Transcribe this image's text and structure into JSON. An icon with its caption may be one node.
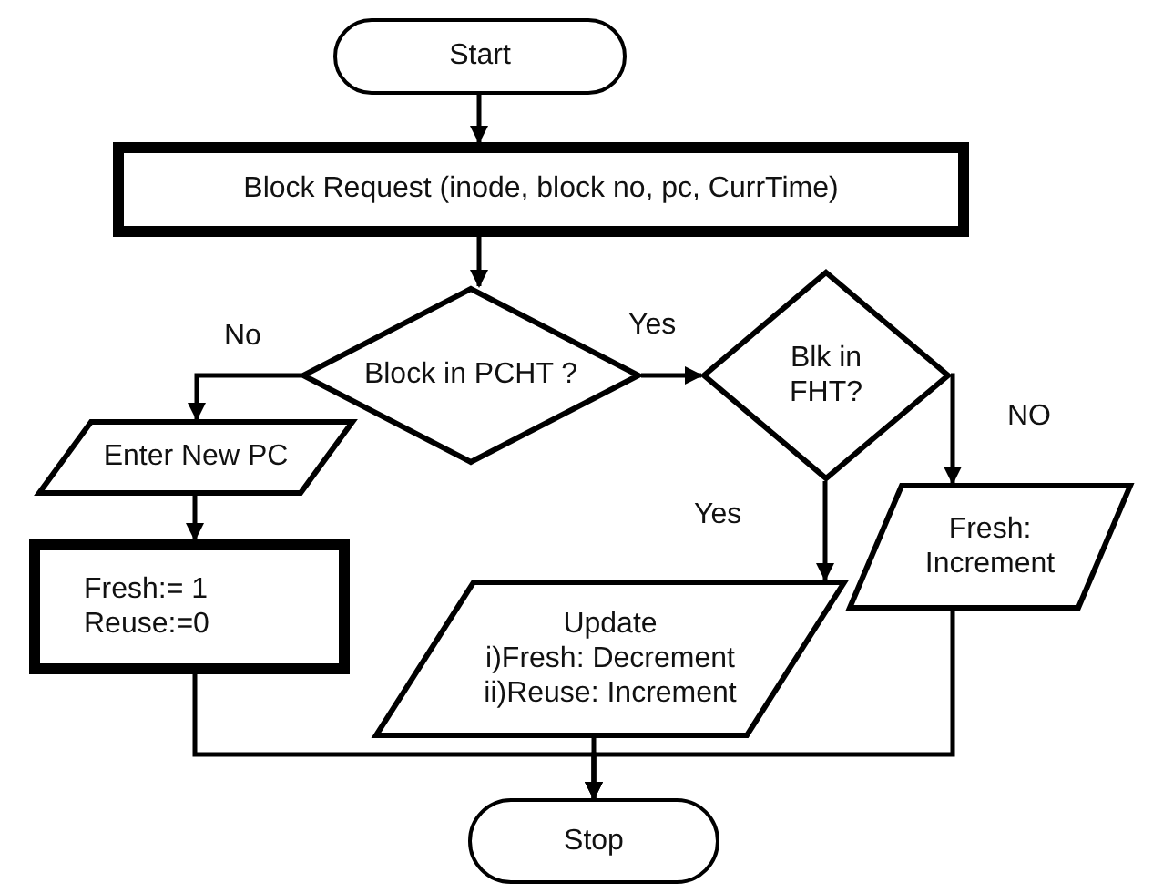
{
  "diagram": {
    "nodes": [
      {
        "text": [
          "Start"
        ]
      },
      {
        "text": [
          "Block Request (inode, block no, pc, CurrTime)"
        ]
      },
      {
        "text": [
          "Block in PCHT ?"
        ]
      },
      {
        "text": [
          "Blk in FHT?"
        ]
      },
      {
        "text": [
          "Enter New PC"
        ]
      },
      {
        "text": [
          "Fresh:=  1",
          "Reuse:=0"
        ]
      },
      {
        "text": [
          "Update",
          "i)Fresh: Decrement",
          "ii)Reuse: Increment"
        ]
      },
      {
        "text": [
          "Fresh: Increment"
        ]
      },
      {
        "text": [
          "Stop"
        ]
      }
    ],
    "edges": [
      {
        "from": 0,
        "to": 1,
        "arrow": "to"
      },
      {
        "from": 1,
        "to": 2,
        "arrow": "to"
      },
      {
        "from": 2,
        "to": 4,
        "arrow": "to",
        "label": "No"
      },
      {
        "from": 2,
        "to": 3,
        "arrow": "to",
        "label": "Yes"
      },
      {
        "from": 3,
        "to": 6,
        "arrow": "to",
        "label": "Yes"
      },
      {
        "from": 3,
        "to": 7,
        "arrow": "to",
        "label": "NO"
      },
      {
        "from": 4,
        "to": 5,
        "arrow": "to"
      },
      {
        "from": 5,
        "to": 8,
        "arrow": "to"
      },
      {
        "from": 6,
        "to": 8,
        "arrow": "to"
      },
      {
        "from": 7,
        "to": 8,
        "arrow": "to"
      }
    ]
  }
}
